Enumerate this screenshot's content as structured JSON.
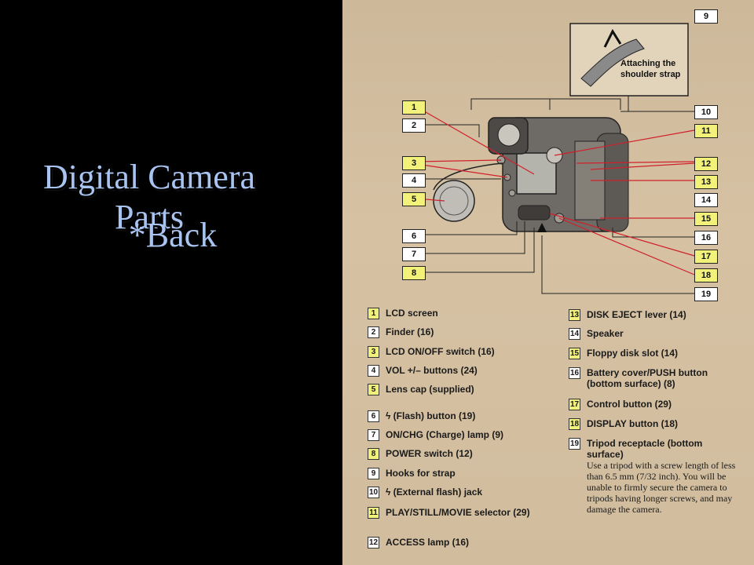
{
  "title": {
    "line1": "Digital Camera Parts",
    "line2": "*Back"
  },
  "inset": {
    "strap_label_line1": "Attaching the",
    "strap_label_line2": "shoulder strap"
  },
  "callouts": [
    {
      "num": "1",
      "hl": true
    },
    {
      "num": "2",
      "hl": false
    },
    {
      "num": "3",
      "hl": true
    },
    {
      "num": "4",
      "hl": false
    },
    {
      "num": "5",
      "hl": true
    },
    {
      "num": "6",
      "hl": false
    },
    {
      "num": "7",
      "hl": false
    },
    {
      "num": "8",
      "hl": true
    },
    {
      "num": "9",
      "hl": false
    },
    {
      "num": "10",
      "hl": false
    },
    {
      "num": "11",
      "hl": true
    },
    {
      "num": "12",
      "hl": true
    },
    {
      "num": "13",
      "hl": true
    },
    {
      "num": "14",
      "hl": false
    },
    {
      "num": "15",
      "hl": true
    },
    {
      "num": "16",
      "hl": false
    },
    {
      "num": "17",
      "hl": true
    },
    {
      "num": "18",
      "hl": true
    },
    {
      "num": "19",
      "hl": false
    }
  ],
  "legend_left": [
    {
      "num": "1",
      "text": "LCD screen",
      "hl": true
    },
    {
      "num": "2",
      "text": "Finder (16)",
      "hl": false
    },
    {
      "num": "3",
      "text": "LCD ON/OFF switch (16)",
      "hl": true
    },
    {
      "num": "4",
      "text": "VOL +/– buttons (24)",
      "hl": false
    },
    {
      "num": "5",
      "text": "Lens cap (supplied)",
      "hl": true
    },
    {
      "num": "6",
      "text": "ϟ (Flash) button (19)",
      "hl": false
    },
    {
      "num": "7",
      "text": "ON/CHG (Charge) lamp (9)",
      "hl": false
    },
    {
      "num": "8",
      "text": "POWER switch (12)",
      "hl": true
    },
    {
      "num": "9",
      "text": "Hooks for strap",
      "hl": false
    },
    {
      "num": "10",
      "text": "ϟ (External flash) jack",
      "hl": false
    },
    {
      "num": "11",
      "text": "PLAY/STILL/MOVIE selector (29)",
      "hl": true
    },
    {
      "num": "12",
      "text": "ACCESS lamp (16)",
      "hl": false
    }
  ],
  "legend_right": [
    {
      "num": "13",
      "text": "DISK EJECT lever (14)",
      "hl": true
    },
    {
      "num": "14",
      "text": "Speaker",
      "hl": false
    },
    {
      "num": "15",
      "text": "Floppy disk slot (14)",
      "hl": true
    },
    {
      "num": "16",
      "text": "Battery cover/PUSH button (bottom surface) (8)",
      "hl": false
    },
    {
      "num": "17",
      "text": "Control button (29)",
      "hl": true
    },
    {
      "num": "18",
      "text": "DISPLAY button (18)",
      "hl": true
    },
    {
      "num": "19",
      "text": "Tripod receptacle (bottom surface)",
      "hl": false,
      "desc": "Use a tripod with a screw length of less than 6.5 mm (7/32 inch). You will be unable to firmly secure the camera to tripods having longer screws, and may damage the camera."
    }
  ],
  "colors": {
    "title": "#a9c4f0",
    "highlight": "#f2f27a",
    "leader_red": "#d0202a",
    "paper": "#d3bf9f"
  }
}
